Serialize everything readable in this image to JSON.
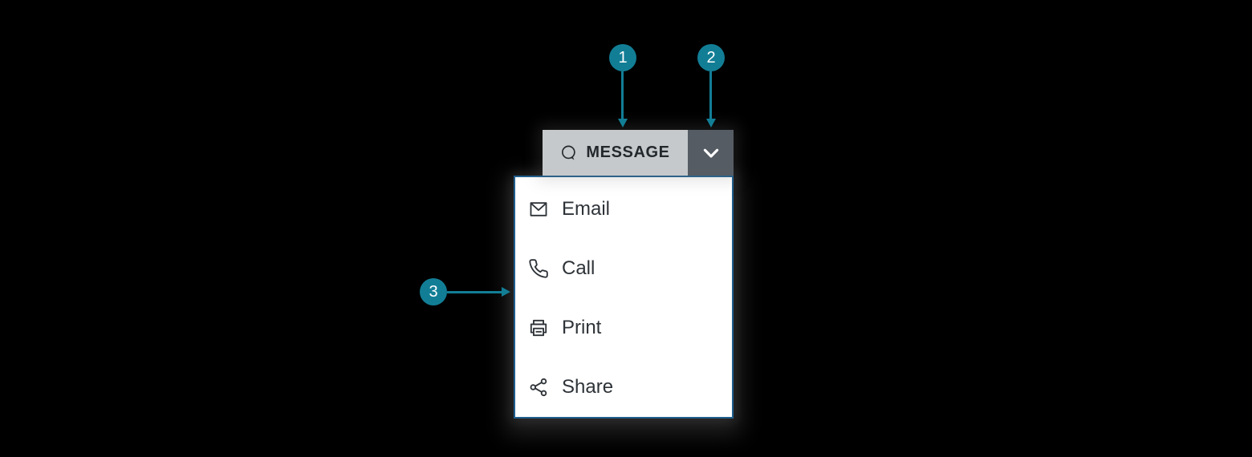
{
  "annotations": {
    "labels": [
      "1",
      "2",
      "3"
    ]
  },
  "split_button": {
    "label": "MESSAGE",
    "main_icon": "speech-bubble-icon",
    "toggle_icon": "chevron-down-icon"
  },
  "menu": {
    "items": [
      {
        "label": "Email",
        "icon": "email-envelope-icon"
      },
      {
        "label": "Call",
        "icon": "phone-icon"
      },
      {
        "label": "Print",
        "icon": "printer-icon"
      },
      {
        "label": "Share",
        "icon": "share-icon"
      }
    ]
  },
  "colors": {
    "accent_teal": "#127e96",
    "menu_border_blue": "#1f5e8d",
    "button_main_bg": "#c5c9cb",
    "button_toggle_bg": "#555c64",
    "menu_bg": "#ffffff",
    "text_dark": "#2e3338",
    "button_label_color": "#23282c",
    "background": "#000000"
  }
}
